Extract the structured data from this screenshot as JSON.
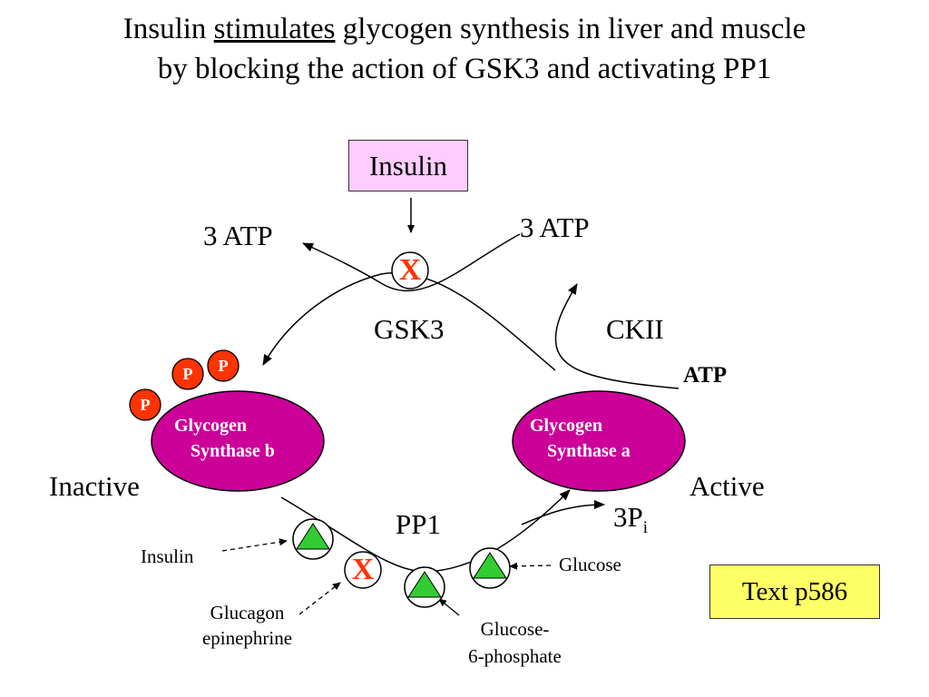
{
  "title": {
    "line1_pre": "Insulin ",
    "line1_emph": "stimulates",
    "line1_post": " glycogen synthesis in liver and muscle",
    "line2": "by blocking the action of GSK3 and activating  PP1"
  },
  "insulin_box": "Insulin",
  "atp_left": "3 ATP",
  "atp_right": "3 ATP",
  "x_mark": "X",
  "gsk3": "GSK3",
  "ckii": "CKII",
  "atp_bold": "ATP",
  "phosphate": "P",
  "enzyme_b": {
    "line1": "Glycogen",
    "line2": "Synthase b"
  },
  "enzyme_a": {
    "line1": "Glycogen",
    "line2": "Synthase a"
  },
  "inactive": "Inactive",
  "active": "Active",
  "pp1": "PP1",
  "pi": {
    "main": "3P",
    "sub": "i"
  },
  "effectors": {
    "insulin": "Insulin",
    "glucagon": "Glucagon",
    "epinephrine": "epinephrine",
    "glucose": "Glucose",
    "g6p_line1": "Glucose-",
    "g6p_line2": "6-phosphate"
  },
  "text_ref": "Text p586",
  "colors": {
    "enzyme": "#cc0099",
    "phosphate": "#ff3300",
    "x_mark": "#ff3300",
    "activator_triangle": "#33cc33",
    "insulin_box": "#ffccff",
    "text_box": "#ffff66"
  }
}
